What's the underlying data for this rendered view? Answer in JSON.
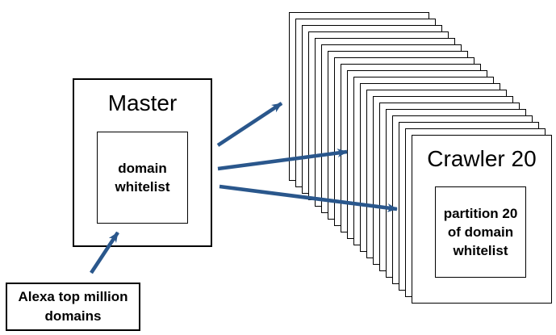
{
  "colors": {
    "arrow": "#2A578C",
    "box_border": "#000000",
    "page_background": "#FFFFFF",
    "text": "#000000"
  },
  "master": {
    "title": "Master",
    "whitelist_line1": "domain",
    "whitelist_line2": "whitelist"
  },
  "source": {
    "line1": "Alexa top million",
    "line2": "domains"
  },
  "crawler": {
    "title": "Crawler 20",
    "partition_line1": "partition 20",
    "partition_line2": "of domain",
    "partition_line3": "whitelist"
  },
  "stack": {
    "page_count": 20
  }
}
